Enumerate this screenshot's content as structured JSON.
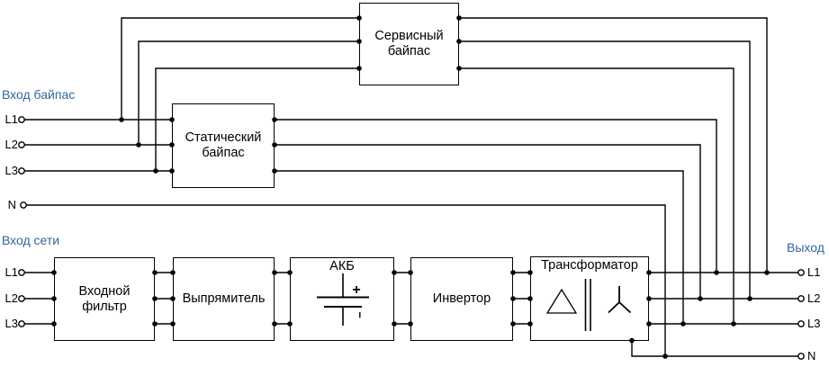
{
  "diagram": {
    "title_semantic": "UPS wiring block diagram",
    "section_labels": {
      "bypass_input": "Вход байпас",
      "mains_input": "Вход сети",
      "output": "Выход"
    },
    "blocks": {
      "service_bypass": {
        "lines": [
          "Сервисный",
          "байпас"
        ]
      },
      "static_bypass": {
        "lines": [
          "Статический",
          "байпас"
        ]
      },
      "input_filter": {
        "lines": [
          "Входной",
          "фильтр"
        ]
      },
      "rectifier": {
        "lines": [
          "Выпрямитель"
        ]
      },
      "battery": {
        "lines": [
          "АКБ"
        ]
      },
      "inverter": {
        "lines": [
          "Инвертор"
        ]
      },
      "transformer": {
        "lines": [
          "Трансформатор"
        ]
      }
    },
    "terminals": {
      "bypass_in": [
        "L1",
        "L2",
        "L3"
      ],
      "neutral_in": "N",
      "mains_in": [
        "L1",
        "L2",
        "L3"
      ],
      "out": [
        "L1",
        "L2",
        "L3",
        "N"
      ]
    },
    "battery_symbol": {
      "plus": "+",
      "minus": "−"
    },
    "colors": {
      "wire": "#000000",
      "section_label": "#336699",
      "background": "#ffffff"
    }
  }
}
